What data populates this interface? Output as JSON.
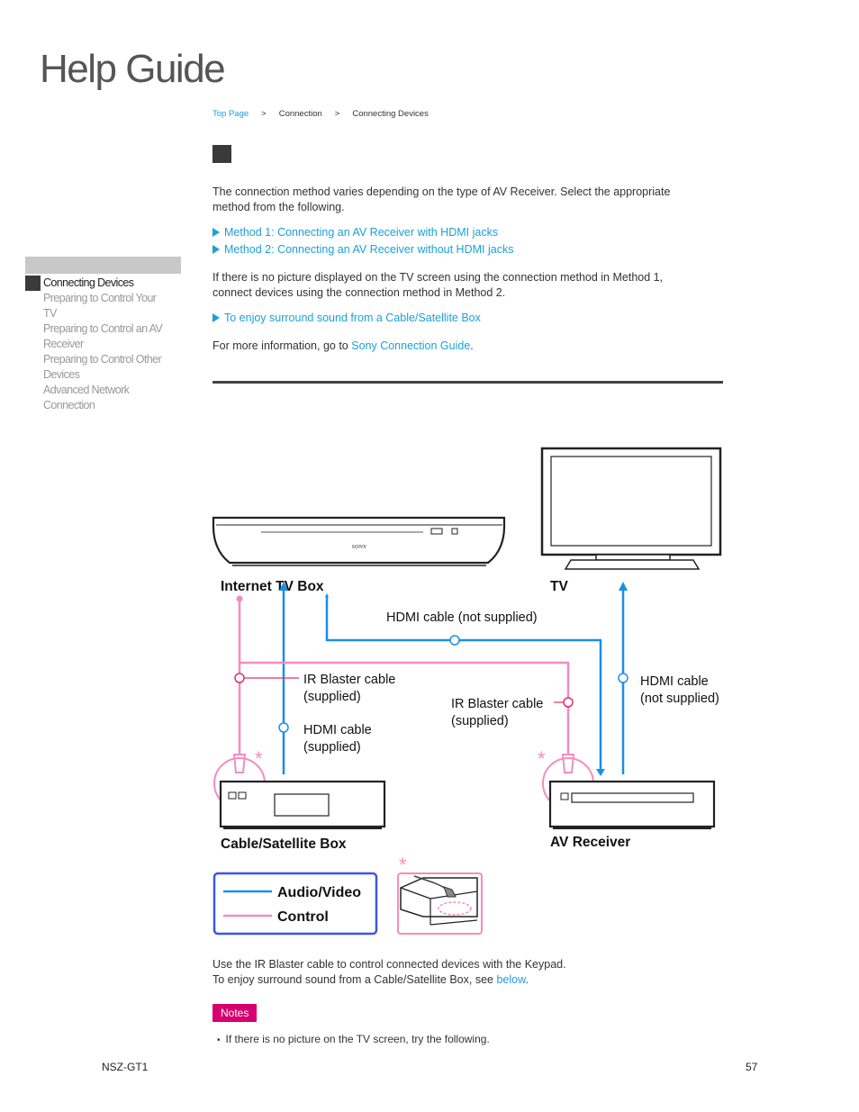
{
  "header": {
    "logo_text": "Help Guide"
  },
  "breadcrumb": {
    "top": "Top Page",
    "sep": ">",
    "level1": "Connection",
    "level2": "Connecting Devices"
  },
  "body": {
    "intro_line1": "The connection method varies depending on the type of AV Receiver. Select the appropriate",
    "intro_line2": "method from the following.",
    "method1_link": "Method 1: Connecting an AV Receiver with HDMI jacks",
    "method2_link": "Method 2: Connecting an AV Receiver without HDMI jacks",
    "no_picture_line1": "If there is no picture displayed on the TV screen using the connection method in Method 1,",
    "no_picture_line2": "connect devices using the connection method in Method 2.",
    "surround_link": "To enjoy surround sound from a Cable/Satellite Box",
    "more_info_prefix": "For more information, go to ",
    "more_info_link": "Sony Connection Guide",
    "more_info_suffix": ".",
    "use_ir_line": "Use the IR Blaster cable to control connected devices with the Keypad.",
    "surround_see_prefix": "To enjoy surround sound from a Cable/Satellite Box, see ",
    "surround_see_link": "below",
    "surround_see_suffix": ".",
    "notes_badge": "Notes",
    "note_item": "If there is no picture on the TV screen, try the following."
  },
  "sidebar": {
    "items": [
      "Connecting Devices",
      "Preparing to Control Your",
      "TV",
      "Preparing to Control an AV",
      "Receiver",
      "Preparing to Control Other",
      "Devices",
      "Advanced Network",
      "Connection"
    ]
  },
  "diagram": {
    "internet_tv_box": "Internet TV Box",
    "tv": "TV",
    "sony_logo": "SONY",
    "hdmi_not_supplied_top": "HDMI cable (not supplied)",
    "ir_blaster_left_1": "IR Blaster cable",
    "ir_blaster_left_2": "(supplied)",
    "hdmi_supplied_1": "HDMI cable",
    "hdmi_supplied_2": "(supplied)",
    "ir_blaster_right_1": "IR Blaster cable",
    "ir_blaster_right_2": "(supplied)",
    "hdmi_right_1": "HDMI cable",
    "hdmi_right_2": "(not supplied)",
    "cable_box": "Cable/Satellite Box",
    "av_receiver": "AV Receiver",
    "legend_av": "Audio/Video",
    "legend_control": "Control",
    "asterisk": "*",
    "colors": {
      "av": "#1a8fe8",
      "control": "#f48cbf",
      "legend_border": "#3f55e0"
    }
  },
  "footer": {
    "model": "NSZ-GT1",
    "page": "57"
  }
}
